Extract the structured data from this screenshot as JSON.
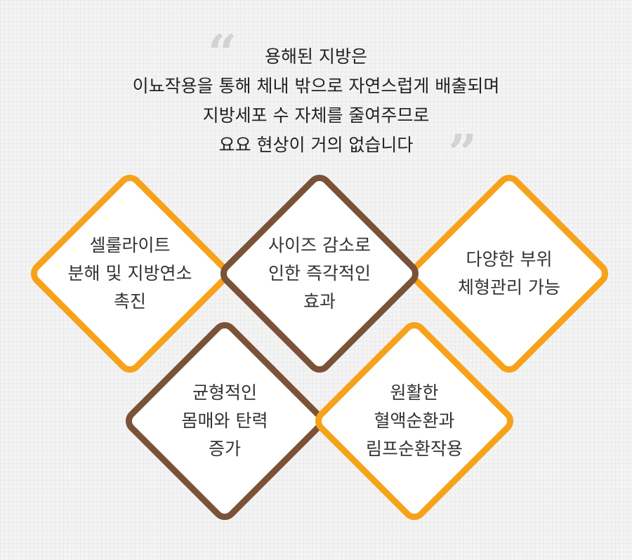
{
  "quote": {
    "lines": [
      "용해된 지방은",
      "이뇨작용을 통해 체내 밖으로 자연스럽게 배출되며",
      "지방세포 수 자체를 줄여주므로",
      "요요 현상이 거의 없습니다"
    ]
  },
  "colors": {
    "orange": "#f7a21a",
    "brown": "#7a5238",
    "text": "#333333"
  },
  "effects": [
    {
      "lines": [
        "셀룰라이트",
        "분해 및 지방연소",
        "촉진"
      ],
      "color": "orange"
    },
    {
      "lines": [
        "사이즈 감소로",
        "인한 즉각적인",
        "효과"
      ],
      "color": "brown"
    },
    {
      "lines": [
        "다양한 부위",
        "체형관리 가능"
      ],
      "color": "orange"
    },
    {
      "lines": [
        "균형적인",
        "몸매와 탄력",
        "증가"
      ],
      "color": "brown"
    },
    {
      "lines": [
        "원활한",
        "혈액순환과",
        "림프순환작용"
      ],
      "color": "orange"
    }
  ]
}
